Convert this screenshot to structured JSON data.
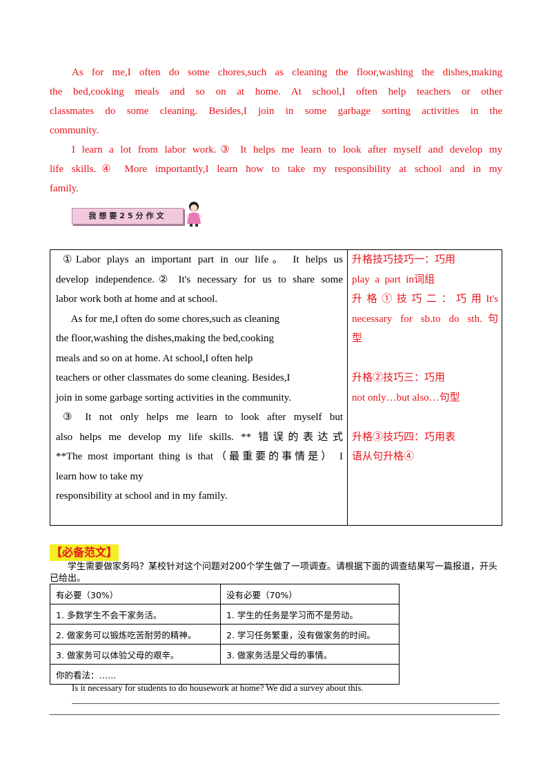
{
  "top_paragraphs": [
    {
      "lines": [
        "As  for  me,I  often  do  some  chores,such  as  cleaning  the  floor,washing  the  dishes,making",
        "the  bed,cooking  meals  and  so  on  at  home.  At  school,I  often  help  teachers  or  other",
        "classmates  do  some  cleaning.  Besides,I  join  in  some  garbage  sorting  activities  in  the",
        "community."
      ]
    },
    {
      "lines": [
        "I  learn  a  lot  from  labor  work.③ It  helps  me  learn  to  look  after  myself  and  develop  my",
        "life  skills.④ More  importantly,I  learn  how  to  take  my  responsibility  at  school  and  in  my",
        "family."
      ]
    }
  ],
  "banner": {
    "label": "我想要25分作文"
  },
  "essay_table": {
    "left_lines": [
      "①Labor plays an important part in our life。 It helps us",
      "develop independence.② It's necessary for us to share some",
      "labor work both at home and at school.",
      "      As for me,I often do some chores,such as cleaning",
      "the floor,washing the dishes,making the bed,cooking",
      "meals and so on at home. At school,I often help",
      "teachers or other classmates do some cleaning. Besides,I",
      "join in some garbage sorting activities in the community.",
      "   ③ It not only helps me learn to look after myself but",
      "also helps me develop my life skills. ** 错误的表达式",
      "**The most important thing is that（最重要的事情是） I",
      "learn how to take my",
      "responsibility at school and in my family."
    ],
    "right_lines": [
      "升格技巧技巧一：巧用",
      "play  a  part  in词组",
      "升格①技巧二：巧用It's",
      "necessary  for  sb.to  do  sth.句",
      "型",
      "",
      "升格②技巧三：巧用",
      "not only…but also…句型",
      "",
      "升格③技巧四：巧用表",
      "语从句升格④"
    ]
  },
  "section_heading": "【必备范文】",
  "prompt": "　　学生需要做家务吗？某校针对这个问题对200个学生做了一项调查。请根据下面的调查结果写一篇报道，开头已给出。",
  "survey": {
    "headers": [
      "有必要（30%）",
      "没有必要（70%）"
    ],
    "rows": [
      [
        "1. 多数学生不会干家务活。",
        "1. 学生的任务是学习而不是劳动。"
      ],
      [
        "2. 做家务可以锻炼吃苦耐劳的精神。",
        "2. 学习任务繁重，没有做家务的时间。"
      ],
      [
        "3. 做家务可以体验父母的艰辛。",
        "3. 做家务活是父母的事情。"
      ]
    ],
    "footer": "你的看法：……"
  },
  "answer_start": "Is it necessary for students to do housework at home? We did a survey about this."
}
